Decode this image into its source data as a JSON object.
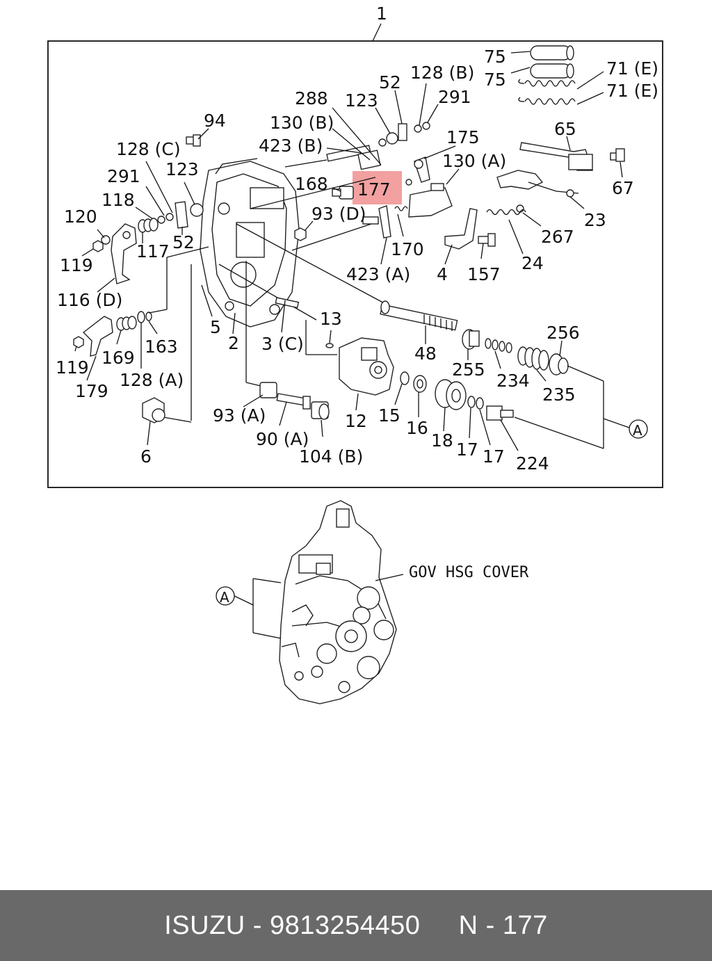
{
  "title_ref": "1",
  "highlight": {
    "label": "177",
    "color": "#f2a0a0"
  },
  "callouts": {
    "c75a": "75",
    "c75b": "75",
    "c71e_a": "71 (E)",
    "c71e_b": "71 (E)",
    "c52a": "52",
    "c128b": "128 (B)",
    "c291a": "291",
    "c123a": "123",
    "c288": "288",
    "c130b": "130 (B)",
    "c423b": "423 (B)",
    "c175": "175",
    "c130a": "130 (A)",
    "c65": "65",
    "c67": "67",
    "c94": "94",
    "c128c": "128 (C)",
    "c123b": "123",
    "c291b": "291",
    "c118": "118",
    "c168": "168",
    "c93d": "93 (D)",
    "c120": "120",
    "c52b": "52",
    "c117": "117",
    "c119a": "119",
    "c116d": "116 (D)",
    "c170": "170",
    "c423a": "423 (A)",
    "c4": "4",
    "c157": "157",
    "c24": "24",
    "c267": "267",
    "c23": "23",
    "c5": "5",
    "c2": "2",
    "c3c": "3 (C)",
    "c13": "13",
    "c163": "163",
    "c169": "169",
    "c119b": "119",
    "c179": "179",
    "c128a": "128 (A)",
    "c48": "48",
    "c256": "256",
    "c255": "255",
    "c234": "234",
    "c235": "235",
    "c12": "12",
    "c15": "15",
    "c16": "16",
    "c18": "18",
    "c17a": "17",
    "c17b": "17",
    "c224": "224",
    "c93a": "93 (A)",
    "c90a": "90 (A)",
    "c104b": "104 (B)",
    "c6": "6",
    "ref_a1": "A",
    "ref_a2": "A"
  },
  "gov_label": "GOV HSG COVER",
  "footer": {
    "text": "ISUZU - 9813254450     N - 177",
    "bg_color": "#696969"
  }
}
